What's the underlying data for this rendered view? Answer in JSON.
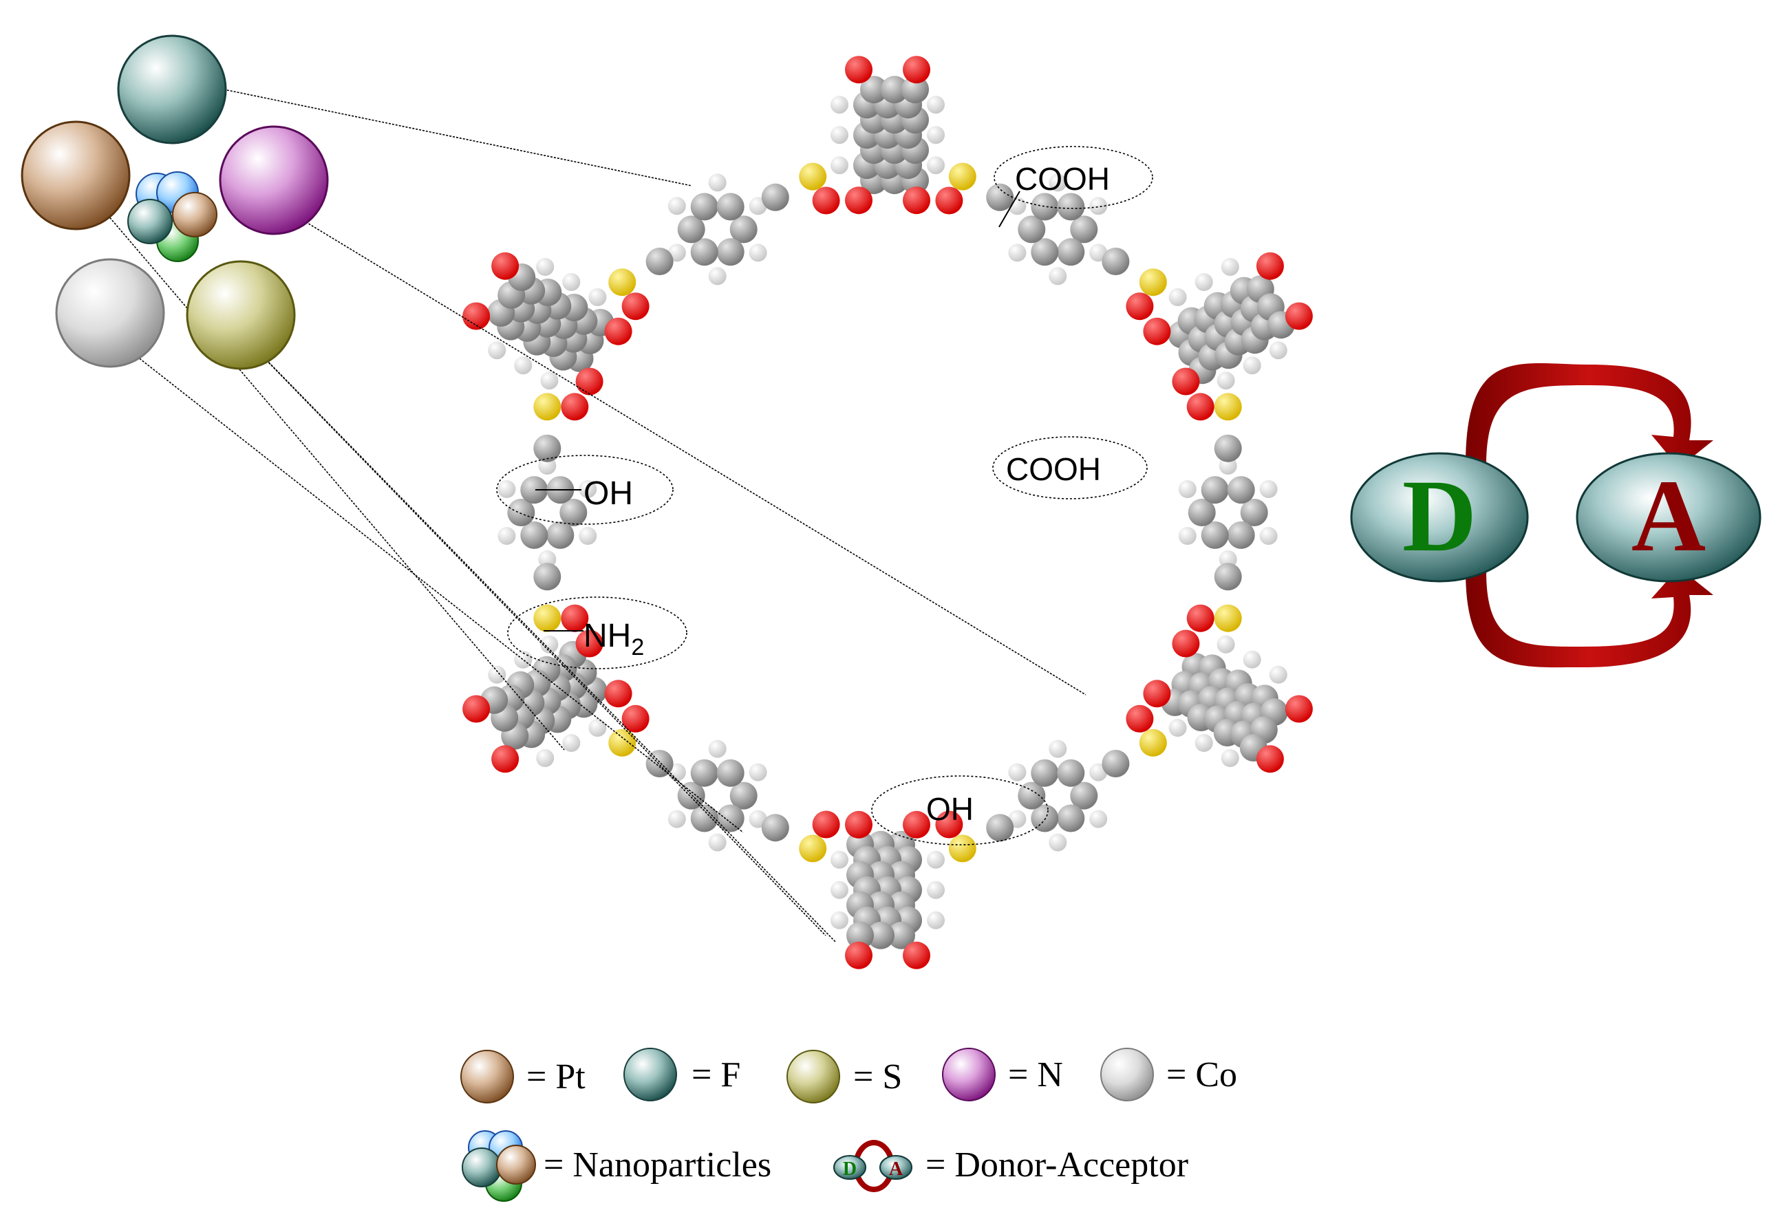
{
  "colors": {
    "pt": "#8a5a2c",
    "f": "#1f5a56",
    "s": "#8c8a20",
    "n": "#8a1a8a",
    "co": "#9a9a9a",
    "carbon": "#8c8c8c",
    "oxygen": "#e60000",
    "sulfur": "#e8c800",
    "hydrogen": "#e0e0e0",
    "donor_text": "#0a7a0a",
    "acceptor_text": "#8b0000",
    "arrow": "#a00000"
  },
  "labels": {
    "cooh_top": "COOH",
    "cooh_right": "COOH",
    "oh_left": "OH",
    "nh2_main": "NH",
    "nh2_sub": "2",
    "oh_bottom": "OH"
  },
  "donor_acceptor": {
    "donor": "D",
    "acceptor": "A"
  },
  "legend": {
    "pt": "= Pt",
    "f": "= F",
    "s": "= S",
    "n": "= N",
    "co": "= Co",
    "nanoparticles": "= Nanoparticles",
    "donor_acceptor": "= Donor-Acceptor",
    "mini_donor": "D",
    "mini_acceptor": "A"
  }
}
